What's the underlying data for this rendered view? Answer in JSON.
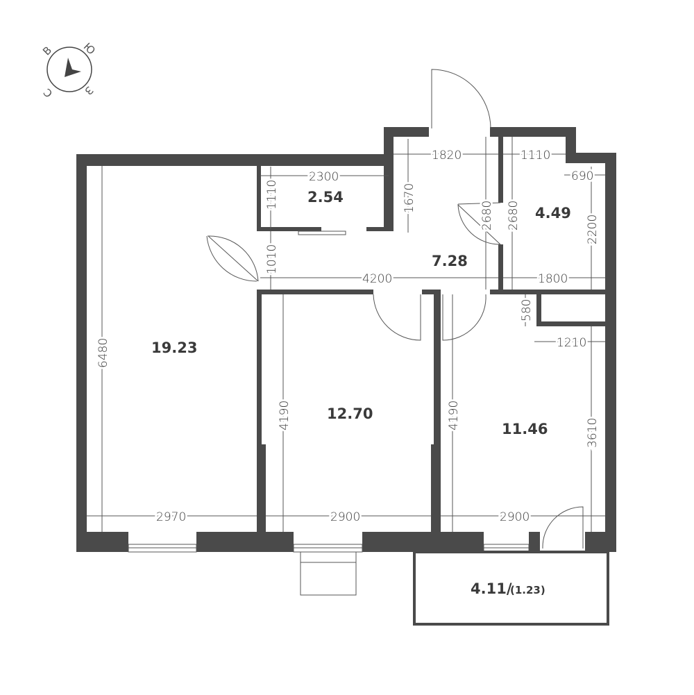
{
  "compass": {
    "letters": [
      "В",
      "Ю",
      "С",
      "З"
    ]
  },
  "rooms": {
    "living": "19.23",
    "storage": "2.54",
    "hall": "7.28",
    "bathroom": "4.49",
    "bedroom1": "12.70",
    "bedroom2": "11.46",
    "balcony": "4.11/",
    "balcony_reduced": "(1.23)"
  },
  "dimensions": {
    "d2300": "2300",
    "d1110a": "1110",
    "d1670": "1670",
    "d1820": "1820",
    "d1110b": "1110",
    "d690": "690",
    "d2680a": "2680",
    "d2680b": "2680",
    "d2200": "2200",
    "d1010": "1010",
    "d4200": "4200",
    "d1800": "1800",
    "d580": "580",
    "d1210": "1210",
    "d6480": "6480",
    "d4190a": "4190",
    "d4190b": "4190",
    "d3610": "3610",
    "d2970": "2970",
    "d2900a": "2900",
    "d2900b": "2900"
  }
}
